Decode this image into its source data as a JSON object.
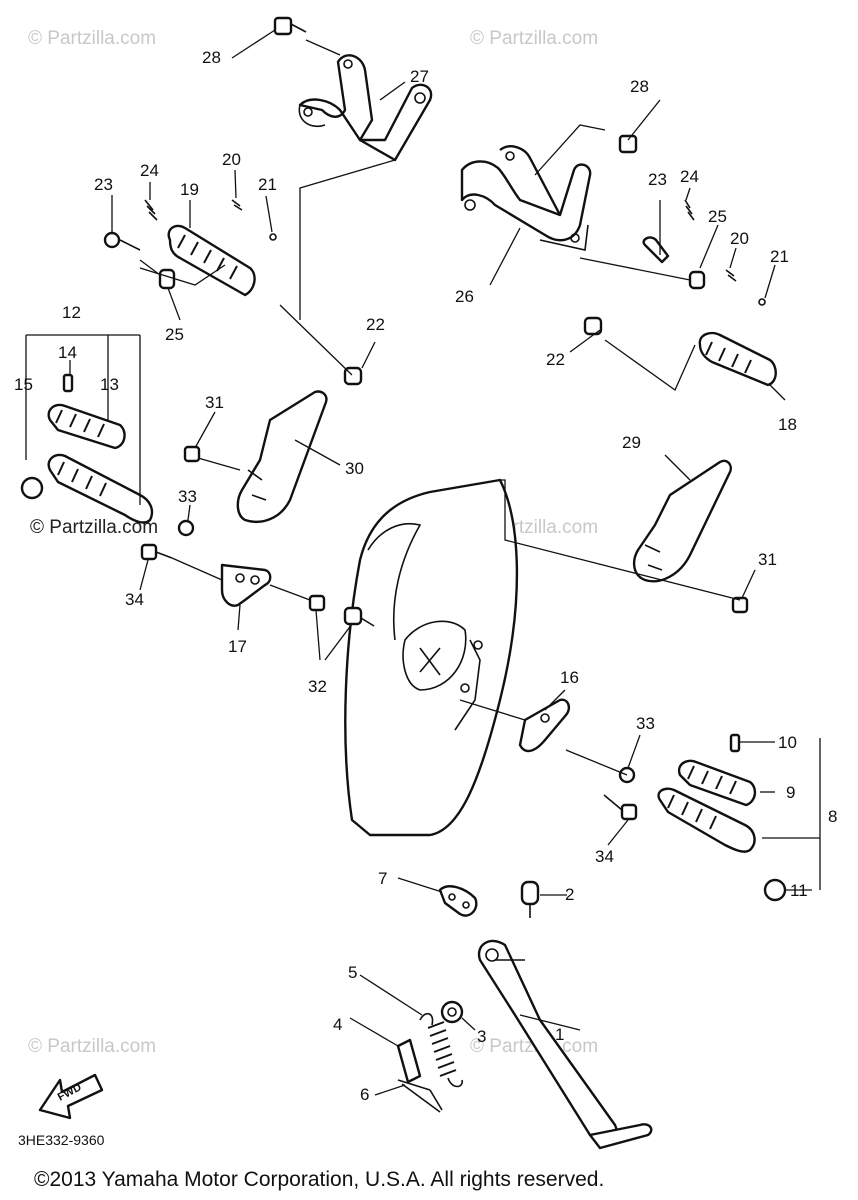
{
  "watermark_text": "© Partzilla.com",
  "diagram_code": "3HE332-9360",
  "fwd_label": "FWD",
  "copyright": "©2013 Yamaha Motor Corporation, U.S.A. All rights reserved.",
  "callouts": {
    "c1": "1",
    "c2": "2",
    "c3": "3",
    "c4": "4",
    "c5": "5",
    "c6": "6",
    "c7": "7",
    "c8": "8",
    "c9": "9",
    "c10": "10",
    "c11": "11",
    "c12": "12",
    "c13": "13",
    "c14": "14",
    "c15": "15",
    "c16": "16",
    "c17": "17",
    "c18": "18",
    "c19": "19",
    "c20a": "20",
    "c20b": "20",
    "c21a": "21",
    "c21b": "21",
    "c22a": "22",
    "c22b": "22",
    "c23a": "23",
    "c23b": "23",
    "c24a": "24",
    "c24b": "24",
    "c25a": "25",
    "c25b": "25",
    "c26": "26",
    "c27": "27",
    "c28a": "28",
    "c28b": "28",
    "c29": "29",
    "c30": "30",
    "c31a": "31",
    "c31b": "31",
    "c32": "32",
    "c33a": "33",
    "c33b": "33",
    "c34a": "34",
    "c34b": "34"
  }
}
